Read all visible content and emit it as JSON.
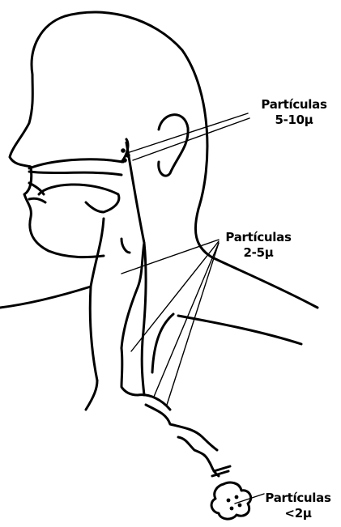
{
  "labels": {
    "nasal": {
      "line1": "Partículas",
      "line2": "5-10μ"
    },
    "airway": {
      "line1": "Partículas",
      "line2": "2-5μ"
    },
    "alveolar": {
      "line1": "Partículas",
      "line2": "<2μ"
    }
  },
  "colors": {
    "ink": "#000000",
    "background": "#ffffff"
  }
}
